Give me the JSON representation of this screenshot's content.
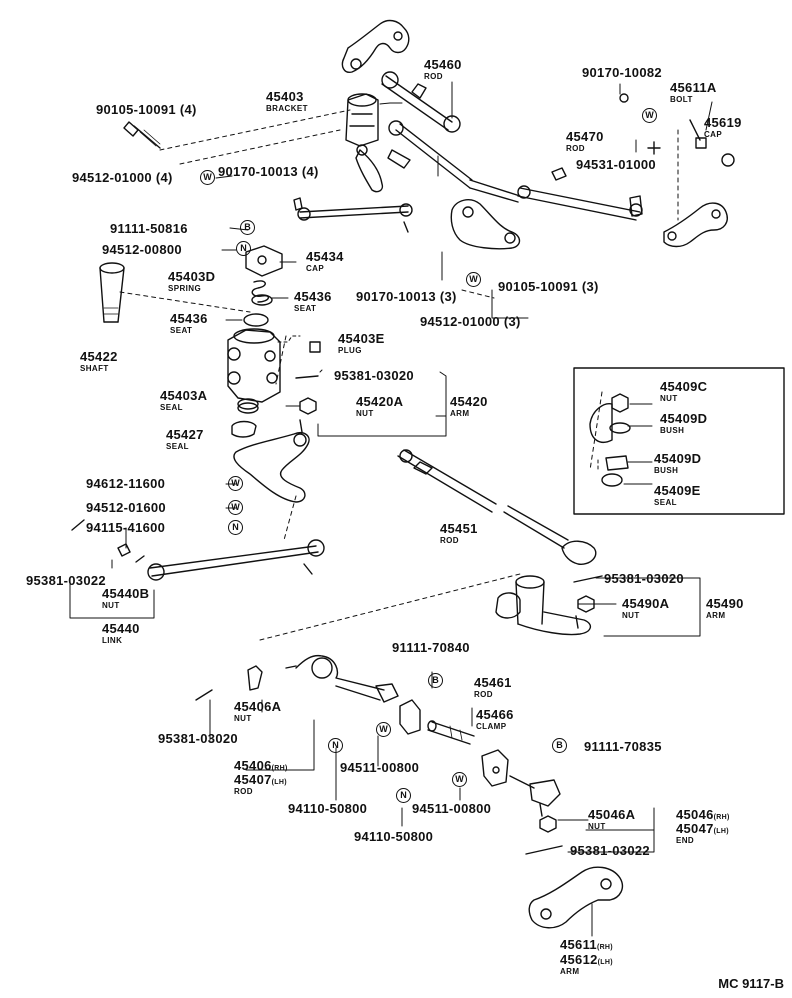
{
  "diagram": {
    "code": "MC 9117-B"
  },
  "marks": {
    "W": "W",
    "B": "B",
    "N": "N"
  },
  "labels": {
    "p90105_10091_4": "90105-10091 (4)",
    "p94512_01000_4": "94512-01000 (4)",
    "p45403": "45403",
    "bracket": "BRACKET",
    "p90170_10013_4": "90170-10013 (4)",
    "p45460": "45460",
    "rod_45460": "ROD",
    "p90170_10082": "90170-10082",
    "p45611A": "45611A",
    "bolt": "BOLT",
    "p45619": "45619",
    "cap_45619": "CAP",
    "p45470": "45470",
    "rod_45470": "ROD",
    "p94531_01000": "94531-01000",
    "p91111_50816": "91111-50816",
    "p94512_00800": "94512-00800",
    "p45434": "45434",
    "cap_45434": "CAP",
    "p45403D": "45403D",
    "spring": "SPRING",
    "p45436a": "45436",
    "seat_a": "SEAT",
    "p45436b": "45436",
    "seat_b": "SEAT",
    "p90170_10013_3": "90170-10013 (3)",
    "p90105_10091_3": "90105-10091 (3)",
    "p94512_01000_3": "94512-01000 (3)",
    "p45422": "45422",
    "shaft": "SHAFT",
    "p45403E": "45403E",
    "plug": "PLUG",
    "p95381_03020a": "95381-03020",
    "p45403A": "45403A",
    "seal_45403A": "SEAL",
    "p45420A": "45420A",
    "nut_45420A": "NUT",
    "p45420": "45420",
    "arm_45420": "ARM",
    "p45427": "45427",
    "seal_45427": "SEAL",
    "p45409C": "45409C",
    "nut_45409C": "NUT",
    "p45409D_1": "45409D",
    "bush_1": "BUSH",
    "p45409D_2": "45409D",
    "bush_2": "BUSH",
    "p45409E": "45409E",
    "seal_45409E": "SEAL",
    "p94612_11600": "94612-11600",
    "p94512_01600": "94512-01600",
    "p94115_41600": "94115-41600",
    "p45451": "45451",
    "rod_45451": "ROD",
    "p95381_03022a": "95381-03022",
    "p45440B": "45440B",
    "nut_45440B": "NUT",
    "p45440": "45440",
    "link": "LINK",
    "p95381_03020b": "95381-03020",
    "p45490A": "45490A",
    "nut_45490A": "NUT",
    "p45490": "45490",
    "arm_45490": "ARM",
    "p91111_70840": "91111-70840",
    "p45461": "45461",
    "rod_45461": "ROD",
    "p45406A": "45406A",
    "nut_45406A": "NUT",
    "p45466": "45466",
    "clamp": "CLAMP",
    "p95381_03020c": "95381-03020",
    "p45406": "45406",
    "rh_45406": "(RH)",
    "p45407": "45407",
    "lh_45407": "(LH)",
    "rod_45406": "ROD",
    "p91111_70835": "91111-70835",
    "p94511_00800a": "94511-00800",
    "p94110_50800a": "94110-50800",
    "p94511_00800b": "94511-00800",
    "p94110_50800b": "94110-50800",
    "p45046A": "45046A",
    "nut_45046A": "NUT",
    "p45046": "45046",
    "rh_45046": "(RH)",
    "p45047": "45047",
    "lh_45047": "(LH)",
    "end": "END",
    "p95381_03022b": "95381-03022",
    "p45611": "45611",
    "rh_45611": "(RH)",
    "p45612": "45612",
    "lh_45612": "(LH)",
    "arm_45611": "ARM"
  }
}
